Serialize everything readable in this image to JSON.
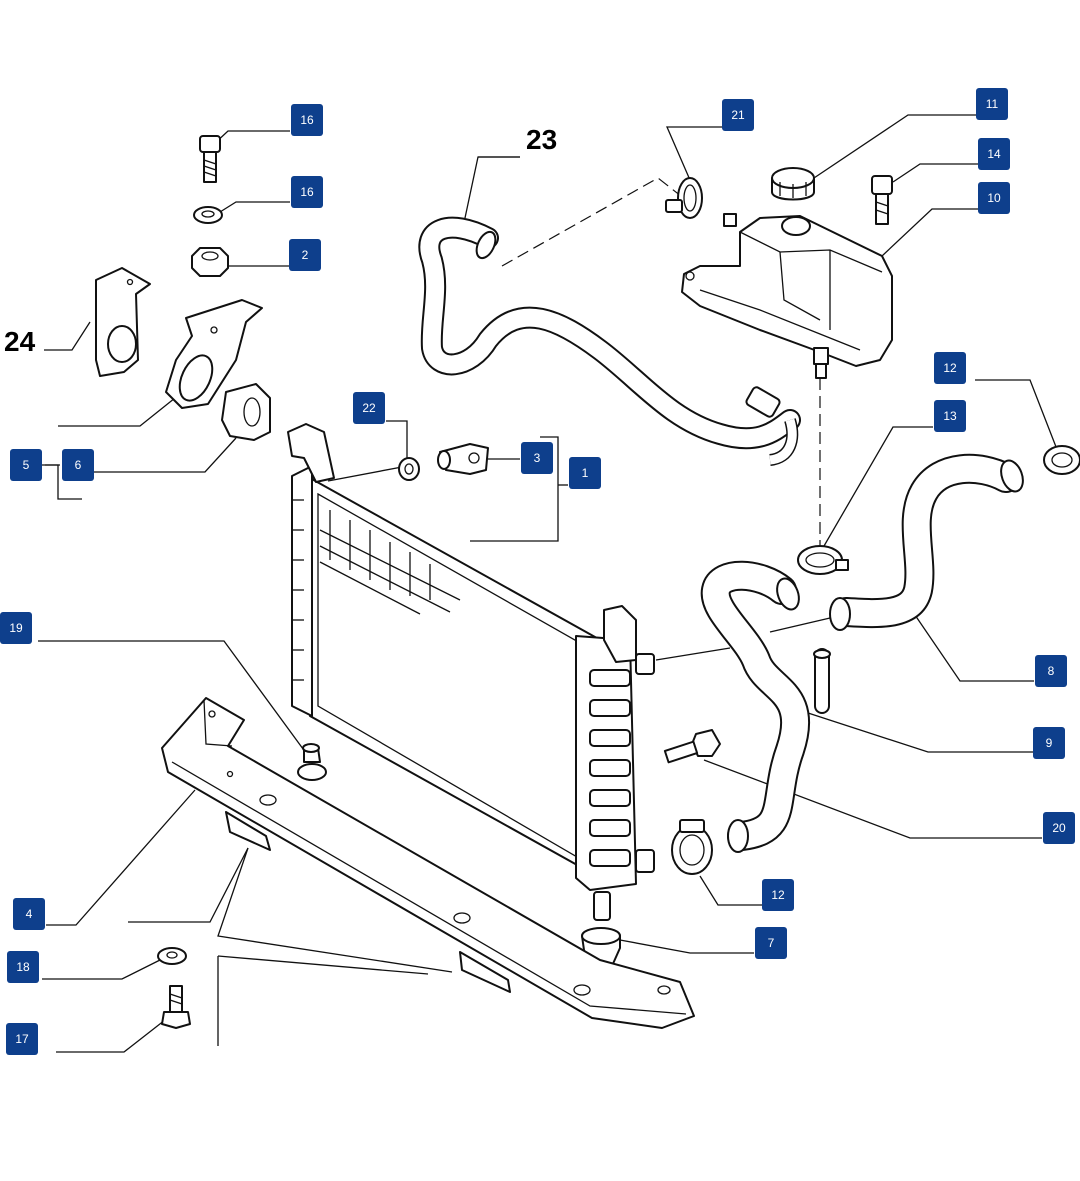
{
  "diagram": {
    "callouts": [
      {
        "id": "c16a",
        "label": "16"
      },
      {
        "id": "c16b",
        "label": "16"
      },
      {
        "id": "c2",
        "label": "2"
      },
      {
        "id": "c21",
        "label": "21"
      },
      {
        "id": "c11",
        "label": "11"
      },
      {
        "id": "c14",
        "label": "14"
      },
      {
        "id": "c10",
        "label": "10"
      },
      {
        "id": "c22",
        "label": "22"
      },
      {
        "id": "c3",
        "label": "3"
      },
      {
        "id": "c1",
        "label": "1"
      },
      {
        "id": "c5",
        "label": "5"
      },
      {
        "id": "c6",
        "label": "6"
      },
      {
        "id": "c12a",
        "label": "12"
      },
      {
        "id": "c13",
        "label": "13"
      },
      {
        "id": "c8",
        "label": "8"
      },
      {
        "id": "c9",
        "label": "9"
      },
      {
        "id": "c19",
        "label": "19"
      },
      {
        "id": "c20",
        "label": "20"
      },
      {
        "id": "c12b",
        "label": "12"
      },
      {
        "id": "c7",
        "label": "7"
      },
      {
        "id": "c4",
        "label": "4"
      },
      {
        "id": "c18",
        "label": "18"
      },
      {
        "id": "c17",
        "label": "17"
      }
    ],
    "big_labels": {
      "l23": "23",
      "l24": "24"
    },
    "colors": {
      "badge": "#0e3f8c",
      "badge_text": "#ffffff",
      "line": "#111111"
    }
  }
}
